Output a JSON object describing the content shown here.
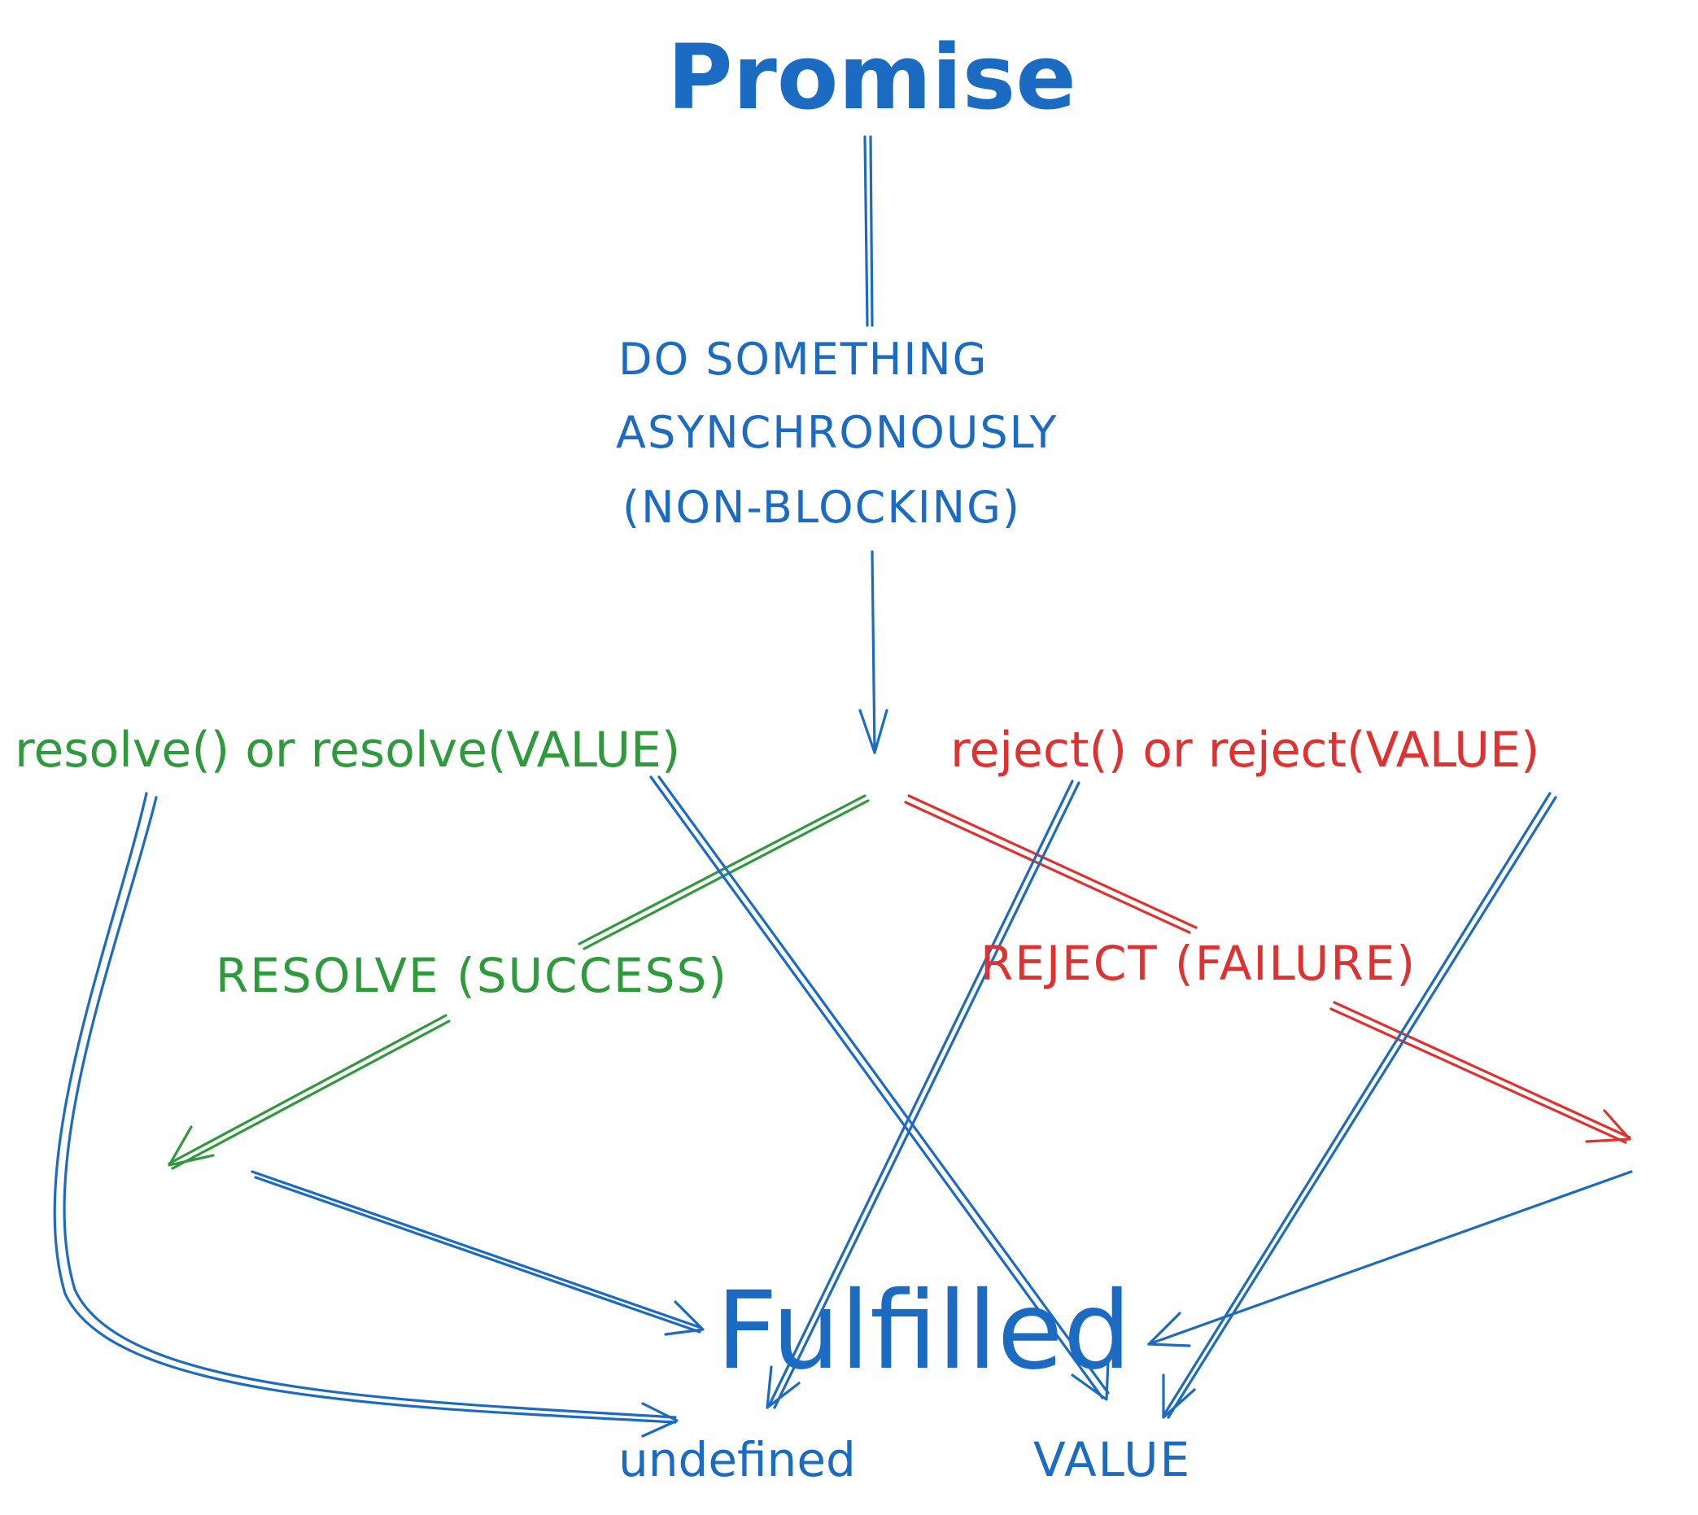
{
  "colors": {
    "blue": "#1c6bc2",
    "green": "#2f9a3c",
    "red": "#e03131"
  },
  "labels": {
    "promise": "Promise",
    "do_something_line1": "DO SOMETHING",
    "do_something_line2": "ASYNCHRONOUSLY",
    "do_something_line3": "(NON-BLOCKING)",
    "resolve_call": "resolve() or resolve(VALUE)",
    "reject_call": "reject() or reject(VALUE)",
    "resolve_branch": "RESOLVE (SUCCESS)",
    "reject_branch": "REJECT (FAILURE)",
    "fulfilled": "Fulfilled",
    "undefined_result": "undefined",
    "value_result": "VALUE"
  }
}
